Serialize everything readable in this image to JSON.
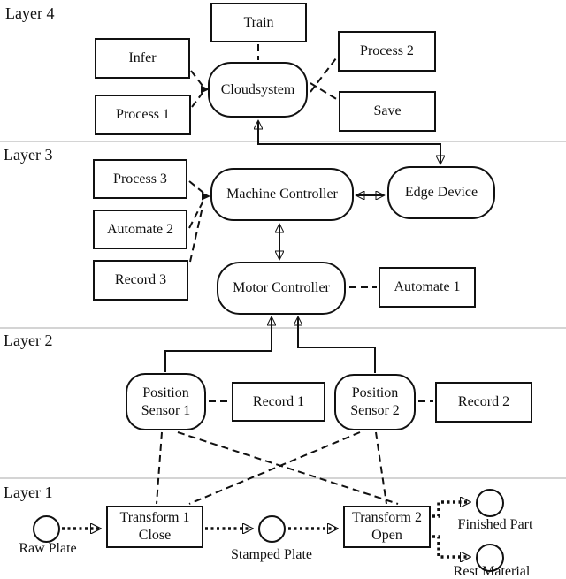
{
  "layers": [
    {
      "label": "Layer 4"
    },
    {
      "label": "Layer 3"
    },
    {
      "label": "Layer 2"
    },
    {
      "label": "Layer 1"
    }
  ],
  "nodes": {
    "train": {
      "label": "Train"
    },
    "infer": {
      "label": "Infer"
    },
    "process1": {
      "label": "Process 1"
    },
    "cloudsystem": {
      "label": "Cloudsystem"
    },
    "process2": {
      "label": "Process 2"
    },
    "save": {
      "label": "Save"
    },
    "process3": {
      "label": "Process 3"
    },
    "automate2": {
      "label": "Automate 2"
    },
    "record3": {
      "label": "Record 3"
    },
    "machine_controller": {
      "label": "Machine Controller"
    },
    "edge_device": {
      "label": "Edge Device"
    },
    "motor_controller": {
      "label": "Motor Controller"
    },
    "automate1": {
      "label": "Automate 1"
    },
    "position_sensor1": {
      "line1": "Position",
      "line2": "Sensor 1"
    },
    "record1": {
      "label": "Record 1"
    },
    "position_sensor2": {
      "line1": "Position",
      "line2": "Sensor 2"
    },
    "record2": {
      "label": "Record 2"
    },
    "transform1": {
      "line1": "Transform 1",
      "line2": "Close"
    },
    "transform2": {
      "line1": "Transform 2",
      "line2": "Open"
    },
    "raw_plate": {
      "label": "Raw Plate"
    },
    "stamped_plate": {
      "label": "Stamped Plate"
    },
    "finished_part": {
      "label": "Finished Part"
    },
    "rest_material": {
      "label": "Rest Material"
    }
  },
  "colors": {
    "ink": "#111111",
    "background": "#ffffff",
    "divider": "#d4d4d4"
  }
}
